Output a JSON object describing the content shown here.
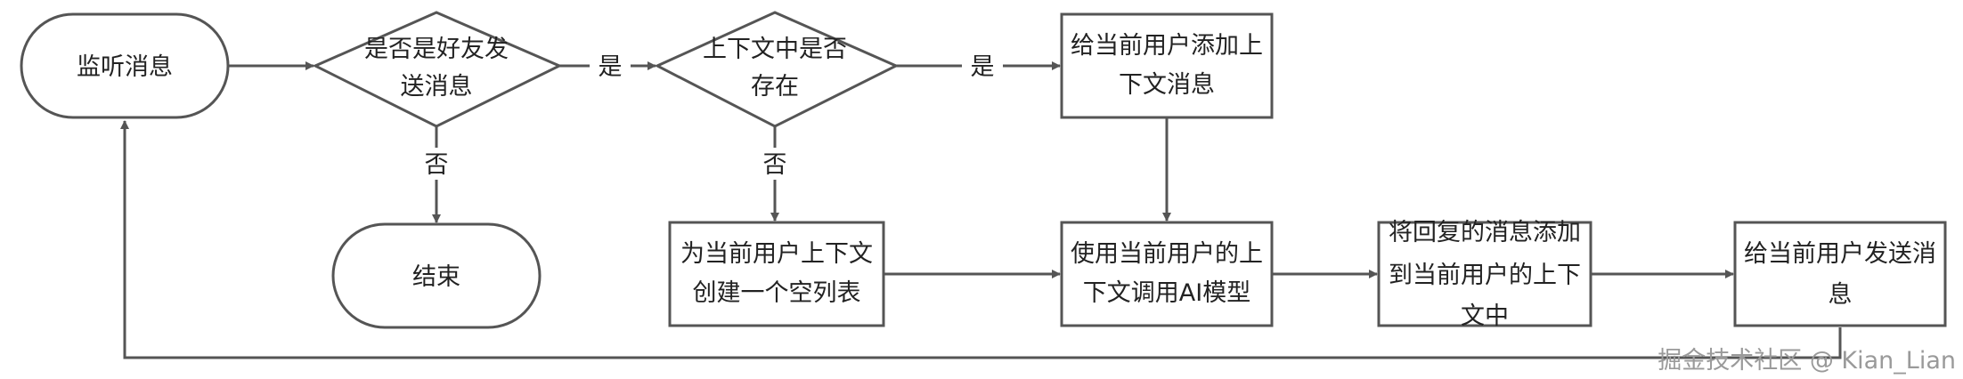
{
  "nodes": {
    "listen": [
      "监听消息"
    ],
    "is_friend": [
      "是否是好友发",
      "送消息"
    ],
    "end": [
      "结束"
    ],
    "ctx_exists": [
      "上下文中是否",
      "存在"
    ],
    "create_list": [
      "为当前用户上下文",
      "创建一个空列表"
    ],
    "add_ctx": [
      "给当前用户添加上",
      "下文消息"
    ],
    "call_ai": [
      "使用当前用户的上",
      "下文调用AI模型"
    ],
    "append_reply": [
      "将回复的消息添加",
      "到当前用户的上下",
      "文中"
    ],
    "send_msg": [
      "给当前用户发送消",
      "息"
    ]
  },
  "edges": {
    "yes1": "是",
    "no1": "否",
    "yes2": "是",
    "no2": "否"
  },
  "watermark": "掘金技术社区 @ Kian_Lian",
  "colors": {
    "stroke": "#555555",
    "text": "#222222",
    "watermark": "#9a9a9a"
  }
}
